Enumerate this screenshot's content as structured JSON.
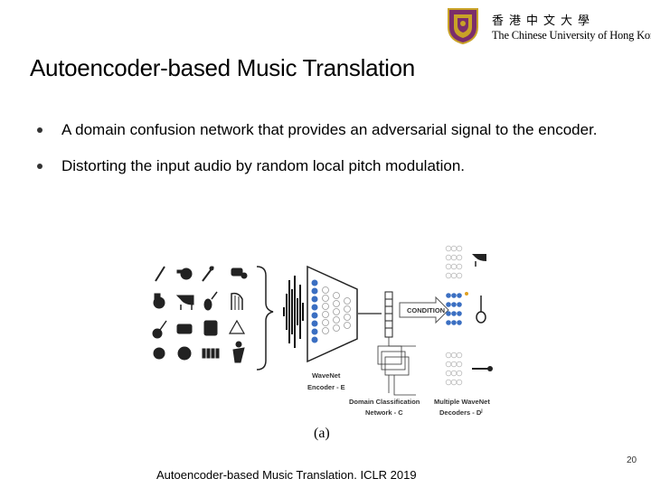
{
  "header": {
    "university_cn": "香港中文大學",
    "university_en": "The Chinese University of Hong Kong"
  },
  "title": "Autoencoder-based Music Translation",
  "bullets": [
    {
      "text": "A domain confusion network that provides an adversarial signal to the encoder."
    },
    {
      "text": "Distorting the input audio by random local pitch modulation."
    }
  ],
  "figure": {
    "condition_label": "CONDITION",
    "encoder_label_1": "WaveNet",
    "encoder_label_2": "Encoder - E",
    "classifier_label_1": "Domain Classification",
    "classifier_label_2": "Network - C",
    "decoders_label_1": "Multiple WaveNet",
    "decoders_label_2": "Decoders - D",
    "decoders_label_sup": "j",
    "caption": "(a)"
  },
  "page_number": "20",
  "footer": "Autoencoder-based Music Translation. ICLR 2019"
}
